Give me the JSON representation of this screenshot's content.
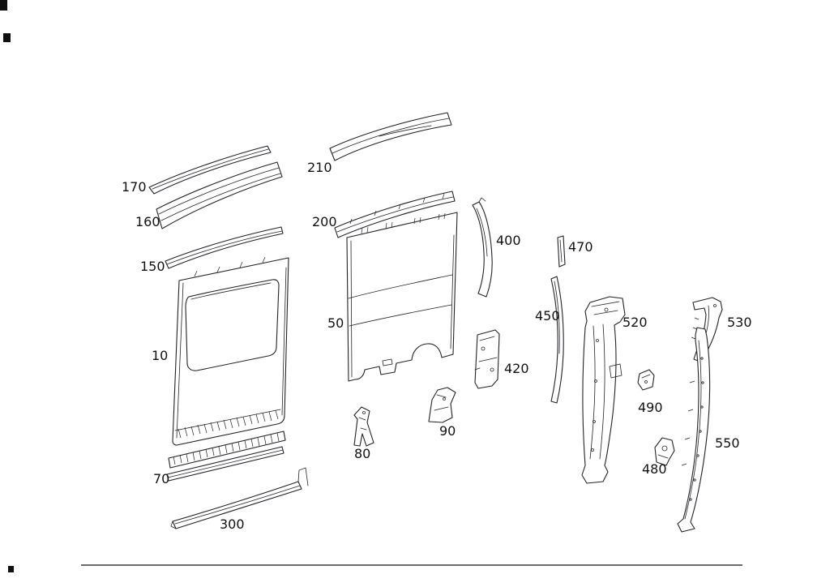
{
  "page": {
    "background_color": "#ffffff",
    "line_color": "#222327",
    "label_color": "#111111"
  },
  "labels": {
    "p10": "10",
    "p50": "50",
    "p70": "70",
    "p80": "80",
    "p90": "90",
    "p150": "150",
    "p160": "160",
    "p170": "170",
    "p200": "200",
    "p210": "210",
    "p300": "300",
    "p400": "400",
    "p420": "420",
    "p450": "450",
    "p470": "470",
    "p480": "480",
    "p490": "490",
    "p520": "520",
    "p530": "530",
    "p550": "550"
  }
}
